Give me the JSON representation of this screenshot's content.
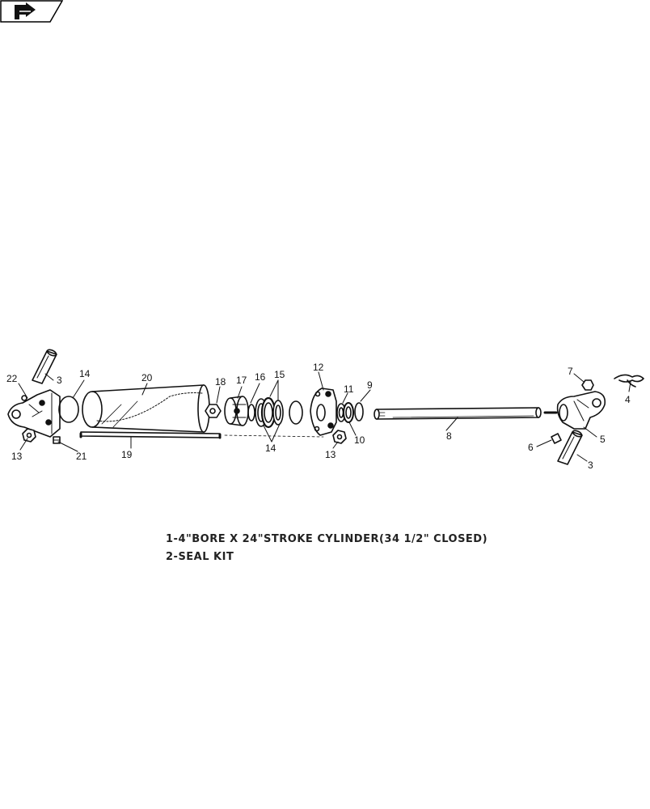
{
  "nav": {
    "icon": "forward-arrow-icon"
  },
  "callouts": {
    "c22": "22",
    "c3a": "3",
    "c14a": "14",
    "c20": "20",
    "c18": "18",
    "c17": "17",
    "c16": "16",
    "c15": "15",
    "c12": "12",
    "c11": "11",
    "c9": "9",
    "c7": "7",
    "c4": "4",
    "c13a": "13",
    "c21": "21",
    "c19": "19",
    "c14b": "14",
    "c13b": "13",
    "c10": "10",
    "c8": "8",
    "c6": "6",
    "c5": "5",
    "c3b": "3"
  },
  "notes": {
    "line1": "1-4\"BORE X 24\"STROKE CYLINDER(34 1/2\" CLOSED)",
    "line2": "2-SEAL KIT"
  }
}
